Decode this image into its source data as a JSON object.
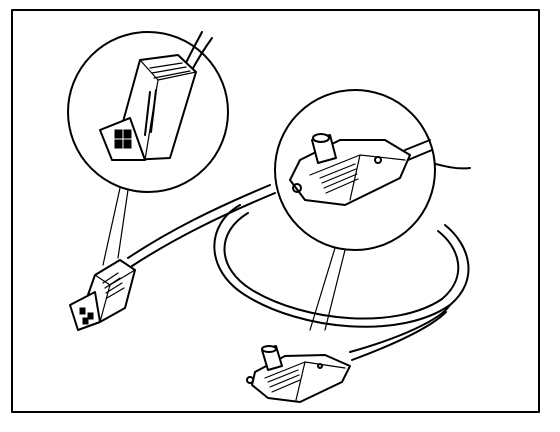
{
  "figure": {
    "description_visible_text": "",
    "colors": {
      "ink": "#000000",
      "paper": "#ffffff"
    },
    "parts": [
      {
        "name": "female-connector",
        "icon": "female-plug-icon"
      },
      {
        "name": "right-angle-connector",
        "icon": "right-angle-plug-icon"
      },
      {
        "name": "coiled-cable",
        "icon": "cable-icon"
      }
    ]
  }
}
